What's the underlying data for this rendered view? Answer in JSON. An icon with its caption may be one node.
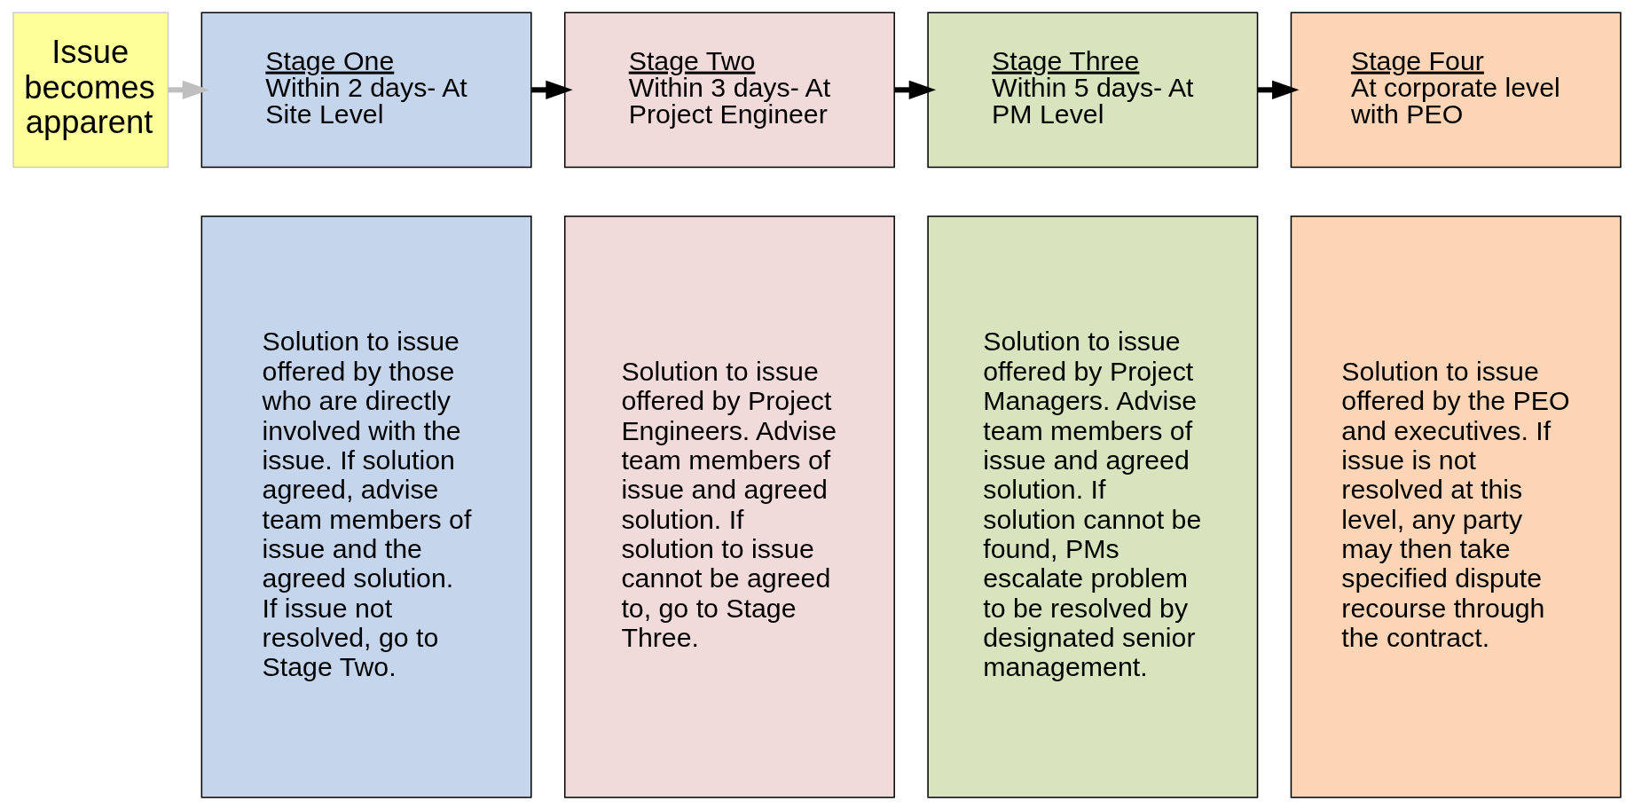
{
  "diagram": {
    "nodes": [
      {
        "text": [
          "Issue becomes apparent"
        ]
      },
      {
        "text": [
          "Stage One",
          "Within 2 days- At Site Level"
        ]
      },
      {
        "text": [
          "Stage Two",
          "Within 3 days- At Project Engineer"
        ]
      },
      {
        "text": [
          "Stage Three",
          "Within 5 days- At PM Level"
        ]
      },
      {
        "text": [
          "Stage Four",
          "At corporate level with PEO"
        ]
      },
      {
        "text": [
          "Solution to issue offered by those who are directly involved with the issue. If solution agreed, advise team members of issue and the agreed solution. If issue not resolved, go to Stage Two."
        ]
      },
      {
        "text": [
          "Solution to issue offered by Project Engineers. Advise team members of issue and agreed solution. If solution to issue cannot be agreed to, go to Stage Three."
        ]
      },
      {
        "text": [
          "Solution to issue offered by Project Managers. Advise team members of issue and agreed solution. If solution cannot be found, PMs escalate problem to be resolved by designated senior management."
        ]
      },
      {
        "text": [
          "Solution to issue offered by the PEO and executives. If issue is not resolved at this level, any party may then take specified dispute recourse through the contract."
        ]
      }
    ],
    "edges": [
      {
        "from": 0,
        "to": 1,
        "arrow": "to",
        "color": "#bfbfbf"
      },
      {
        "from": 1,
        "to": 2,
        "arrow": "to"
      },
      {
        "from": 2,
        "to": 3,
        "arrow": "to"
      },
      {
        "from": 3,
        "to": 4,
        "arrow": "to"
      }
    ]
  }
}
